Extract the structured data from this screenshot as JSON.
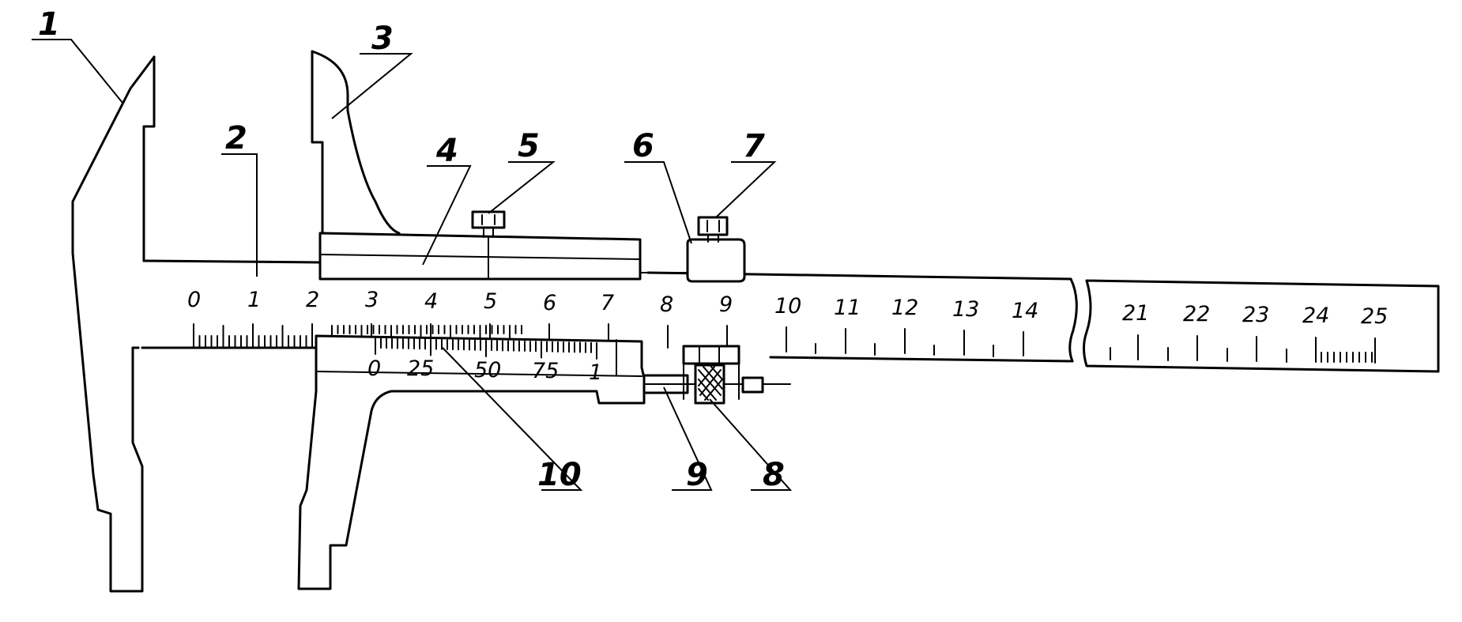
{
  "callouts": [
    {
      "label": "1"
    },
    {
      "label": "2"
    },
    {
      "label": "3"
    },
    {
      "label": "4"
    },
    {
      "label": "5"
    },
    {
      "label": "6"
    },
    {
      "label": "7"
    },
    {
      "label": "8"
    },
    {
      "label": "9"
    },
    {
      "label": "10"
    }
  ],
  "main_scale_labels": [
    "0",
    "1",
    "2",
    "3",
    "4",
    "5",
    "6",
    "7",
    "8",
    "9",
    "10",
    "11",
    "12",
    "13",
    "14"
  ],
  "main_scale_labels_tail": [
    "21",
    "22",
    "23",
    "24",
    "25"
  ],
  "vernier_labels": [
    "0",
    "25",
    "50",
    "75",
    "1"
  ]
}
